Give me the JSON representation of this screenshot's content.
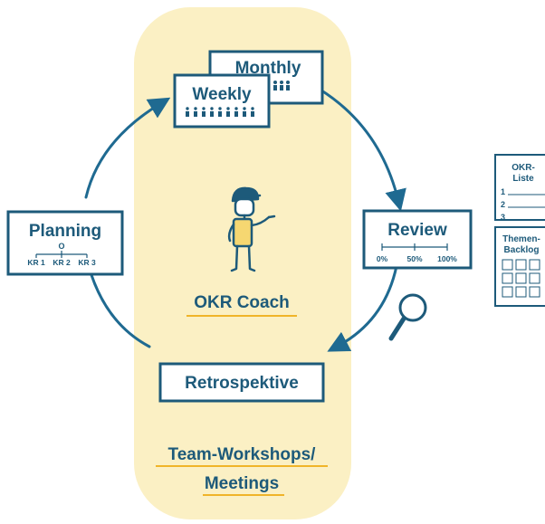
{
  "colors": {
    "primary": "#1d5a7a",
    "arrow": "#1f6a91",
    "band": "#fbf0c4",
    "underline": "#f0b429",
    "coach_shirt": "#f6d771",
    "white": "#ffffff"
  },
  "nodes": {
    "monthly": "Monthly",
    "weekly": "Weekly",
    "planning": "Planning",
    "planning_tree": {
      "root": "O",
      "children": [
        "KR 1",
        "KR 2",
        "KR 3"
      ]
    },
    "review": "Review",
    "review_scale": [
      "0%",
      "50%",
      "100%"
    ],
    "retrospektive": "Retrospektive"
  },
  "center": {
    "role": "OKR Coach",
    "band_label_line1": "Team-Workshops/",
    "band_label_line2": "Meetings"
  },
  "side_cards": {
    "okr_list": {
      "title_line1": "OKR-",
      "title_line2": "Liste",
      "items": [
        "1",
        "2",
        "3"
      ]
    },
    "theme_backlog": {
      "title_line1": "Themen-",
      "title_line2": "Backlog"
    }
  },
  "icons": {
    "person": "coach-figure-icon",
    "magnifier": "magnifying-glass-icon",
    "people_rows": "team-people-icon"
  }
}
